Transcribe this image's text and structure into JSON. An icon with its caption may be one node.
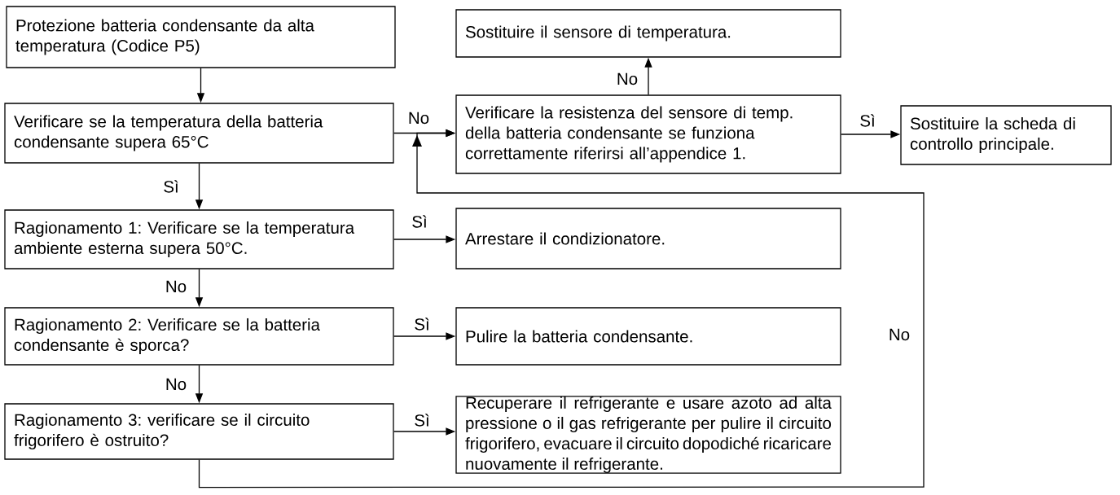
{
  "diagram": {
    "nodes": [
      {
        "text": [
          "Protezione batteria condensante da alta temperatura (Codice P5)"
        ]
      },
      {
        "text": [
          "Verificare se la temperatura della batteria condensante supera 65°C"
        ]
      },
      {
        "text": [
          "Sostituire il sensore di temperatura."
        ]
      },
      {
        "text": [
          "Verificare la resistenza del sensore di temp. della batteria condensante se funziona correttamente riferirsi all’appendice 1."
        ]
      },
      {
        "text": [
          "Sostituire la scheda di controllo principale."
        ]
      },
      {
        "text": [
          "Ragionamento 1: Verificare se la temperatura ambiente esterna supera 50°C."
        ]
      },
      {
        "text": [
          "Arrestare il condizionatore."
        ]
      },
      {
        "text": [
          "Ragionamento 2: Verificare se la batteria condensante è sporca?"
        ]
      },
      {
        "text": [
          "Pulire la batteria condensante."
        ]
      },
      {
        "text": [
          "Ragionamento 3: verificare se il circuito frigorifero è ostruito?"
        ]
      },
      {
        "text": [
          "Recuperare il refrigerante e usare azoto ad alta pressione o il gas refrigerante per pulire il circuito frigorifero, evacuare il circuito dopodiché ricaricare nuovamente il refrigerante."
        ]
      }
    ],
    "edges": [
      {
        "from": 0,
        "to": 1,
        "arrow": "to"
      },
      {
        "from": 1,
        "to": 3,
        "arrow": "to",
        "label": "No"
      },
      {
        "from": 3,
        "to": 2,
        "arrow": "to",
        "label": "No"
      },
      {
        "from": 3,
        "to": 4,
        "arrow": "to",
        "label": "Sì"
      },
      {
        "from": 1,
        "to": 5,
        "arrow": "to",
        "label": "Sì"
      },
      {
        "from": 5,
        "to": 6,
        "arrow": "to",
        "label": "Sì"
      },
      {
        "from": 5,
        "to": 7,
        "arrow": "to",
        "label": "No"
      },
      {
        "from": 7,
        "to": 8,
        "arrow": "to",
        "label": "Sì"
      },
      {
        "from": 7,
        "to": 9,
        "arrow": "to",
        "label": "No"
      },
      {
        "from": 9,
        "to": 10,
        "arrow": "to",
        "label": "Sì"
      },
      {
        "from": 9,
        "to": 3,
        "arrow": "to",
        "label": "No"
      }
    ]
  }
}
